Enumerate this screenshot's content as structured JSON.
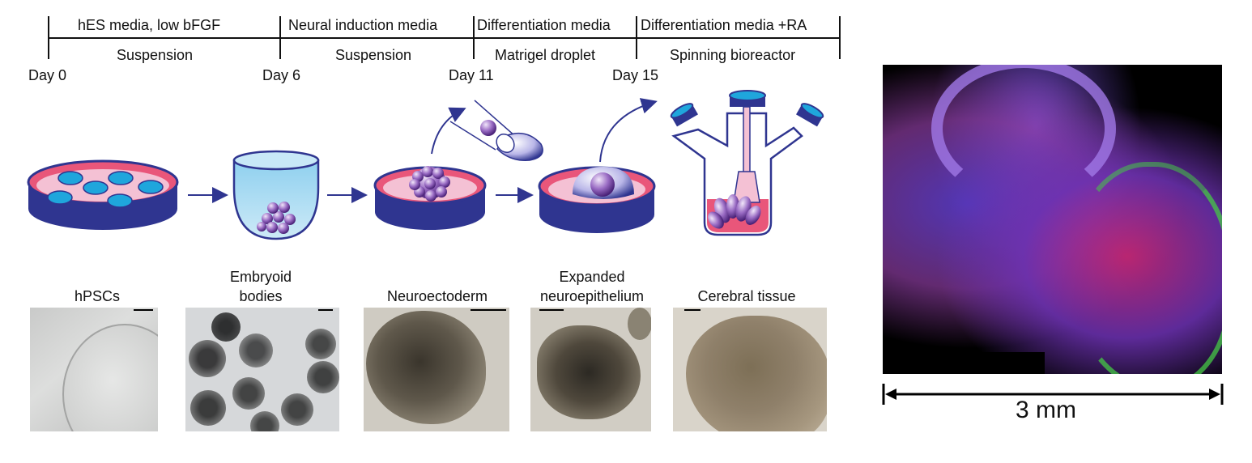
{
  "timeline": {
    "media": [
      "hES media, low bFGF",
      "Neural induction media",
      "Differentiation media",
      "Differentiation media +RA"
    ],
    "culture": [
      "Suspension",
      "Suspension",
      "Matrigel droplet",
      "Spinning bioreactor"
    ],
    "days": [
      "Day 0",
      "Day 6",
      "Day 11",
      "Day 15"
    ]
  },
  "stages": {
    "labels": [
      "hPSCs",
      "Embryoid\nbodies",
      "Neuroectoderm",
      "Expanded\nneuroepithelium",
      "Cerebral tissue"
    ]
  },
  "scale": {
    "label": "3 mm"
  },
  "colors": {
    "dish_blue": "#2f3590",
    "dish_pink": "#e9567a",
    "media_pink": "#f4c1d4",
    "cyan": "#1fa6dc",
    "arrow": "#2f3590",
    "purple": "#7a4aa8"
  }
}
